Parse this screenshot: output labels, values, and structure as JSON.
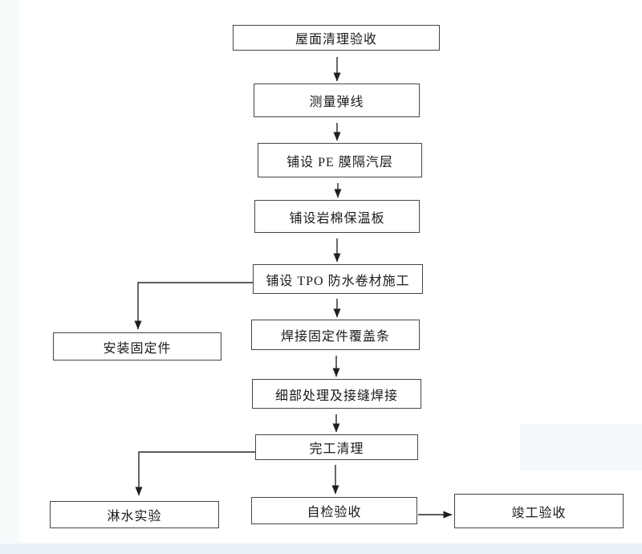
{
  "flowchart": {
    "nodes": [
      {
        "id": "roof-clean",
        "label": "屋面清理验收"
      },
      {
        "id": "measure-line",
        "label": "测量弹线"
      },
      {
        "id": "pe-film-vapor-layer",
        "label": "铺设 PE 膜隔汽层"
      },
      {
        "id": "rock-wool-insulation",
        "label": "铺设岩棉保温板"
      },
      {
        "id": "tpo-membrane",
        "label": "铺设 TPO 防水卷材施工"
      },
      {
        "id": "install-fastener",
        "label": "安装固定件"
      },
      {
        "id": "weld-cover-strip",
        "label": "焊接固定件覆盖条"
      },
      {
        "id": "detail-seam-weld",
        "label": "细部处理及接缝焊接"
      },
      {
        "id": "final-cleanup",
        "label": "完工清理"
      },
      {
        "id": "water-spray-test",
        "label": "淋水实验"
      },
      {
        "id": "self-inspection",
        "label": "自检验收"
      },
      {
        "id": "completion-acceptance",
        "label": "竣工验收"
      }
    ],
    "edges": [
      {
        "from": "roof-clean",
        "to": "measure-line"
      },
      {
        "from": "measure-line",
        "to": "pe-film-vapor-layer"
      },
      {
        "from": "pe-film-vapor-layer",
        "to": "rock-wool-insulation"
      },
      {
        "from": "rock-wool-insulation",
        "to": "tpo-membrane"
      },
      {
        "from": "tpo-membrane",
        "to": "install-fastener"
      },
      {
        "from": "tpo-membrane",
        "to": "weld-cover-strip"
      },
      {
        "from": "weld-cover-strip",
        "to": "detail-seam-weld"
      },
      {
        "from": "detail-seam-weld",
        "to": "final-cleanup"
      },
      {
        "from": "final-cleanup",
        "to": "water-spray-test"
      },
      {
        "from": "final-cleanup",
        "to": "self-inspection"
      },
      {
        "from": "self-inspection",
        "to": "completion-acceptance"
      }
    ],
    "colors": {
      "box_border": "#454545",
      "arrow_line": "#262626",
      "text": "#1a1a1a",
      "background": "#ffffff",
      "bottom_band": "#e9eff6"
    }
  }
}
